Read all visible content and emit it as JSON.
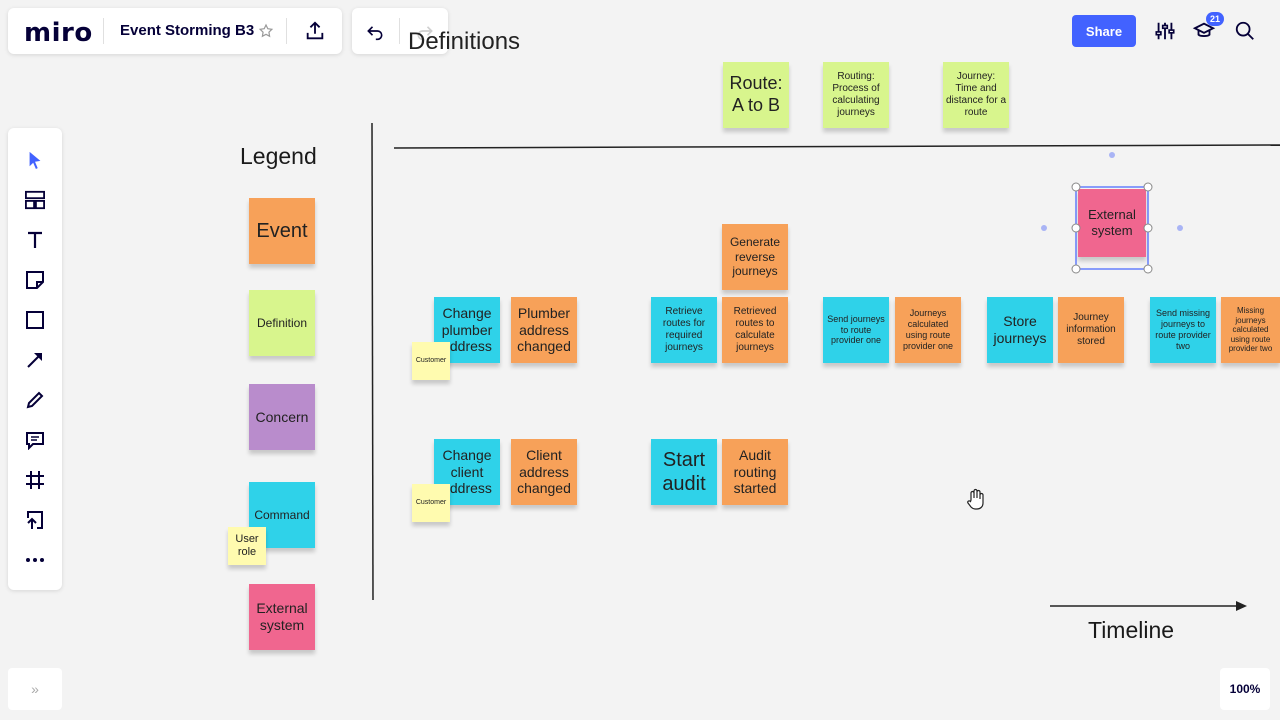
{
  "app": {
    "logo": "miro",
    "board_name": "Event Storming B3"
  },
  "header": {
    "share_label": "Share",
    "notifications_count": "21"
  },
  "zoom": "100%",
  "canvas": {
    "definitions_title": "Definitions",
    "legend_title": "Legend",
    "timeline_label": "Timeline",
    "definitions": [
      "Route:\nA to B",
      "Routing:\nProcess of calculating journeys",
      "Journey:\nTime and distance for a route"
    ],
    "legend": {
      "event": "Event",
      "definition": "Definition",
      "concern": "Concern",
      "command": "Command",
      "user_role": "User role",
      "external_system": "External system"
    },
    "stickies": {
      "change_plumber_address": "Change plumber address",
      "customer_1": "Customer",
      "plumber_address_changed": "Plumber address changed",
      "change_client_address": "Change client address",
      "customer_2": "Customer",
      "client_address_changed": "Client address changed",
      "generate_reverse_journeys": "Generate reverse journeys",
      "retrieve_routes": "Retrieve routes for required journeys",
      "retrieved_routes": "Retrieved routes to calculate journeys",
      "start_audit": "Start audit",
      "audit_routing_started": "Audit routing started",
      "send_journeys_provider_one": "Send journeys to route provider one",
      "journeys_calculated_provider_one": "Journeys calculated using route provider one",
      "store_journeys": "Store journeys",
      "journey_information_stored": "Journey information stored",
      "external_system_selected": "External system",
      "send_missing_journeys": "Send missing journeys to route provider two",
      "missing_journeys_calculated": "Missing journeys calculated using route provider two"
    }
  },
  "colors": {
    "event": "#f7a159",
    "command": "#2fd2e9",
    "definition": "#d8f58d",
    "concern": "#b98ccc",
    "external_system": "#f0668f",
    "user_role": "#fffbaf",
    "brand_blue": "#4262ff"
  },
  "icons": {
    "toolbar": [
      "select-cursor-icon",
      "templates-icon",
      "text-icon",
      "sticky-note-icon",
      "shape-icon",
      "arrow-connector-icon",
      "pen-icon",
      "comment-icon",
      "frame-icon",
      "upload-icon",
      "more-icon"
    ]
  }
}
